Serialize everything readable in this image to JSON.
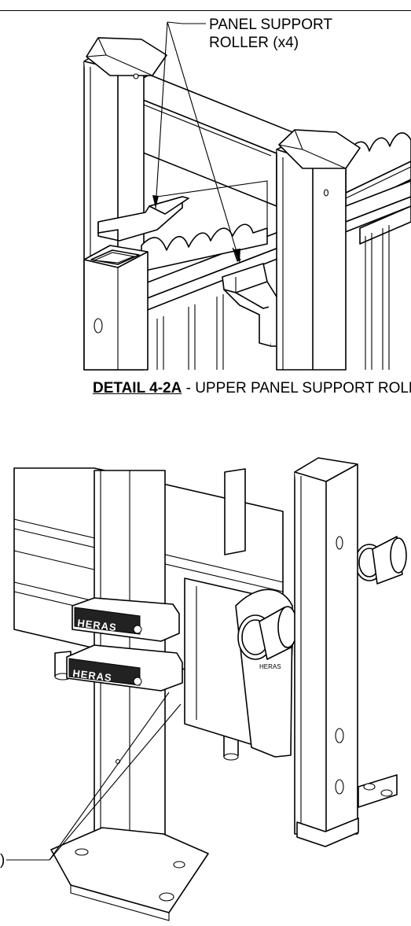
{
  "detail_top": {
    "callout_line1": "PANEL SUPPORT",
    "callout_line2": "ROLLER  (x4)",
    "caption_ref": "DETAIL 4-2A",
    "caption_text": " - UPPER PANEL SUPPORT ROLL"
  },
  "detail_bottom": {
    "brand_mark_upper": "HERAS",
    "brand_mark_lower": "HERAS",
    "callout_fragment": ")"
  }
}
